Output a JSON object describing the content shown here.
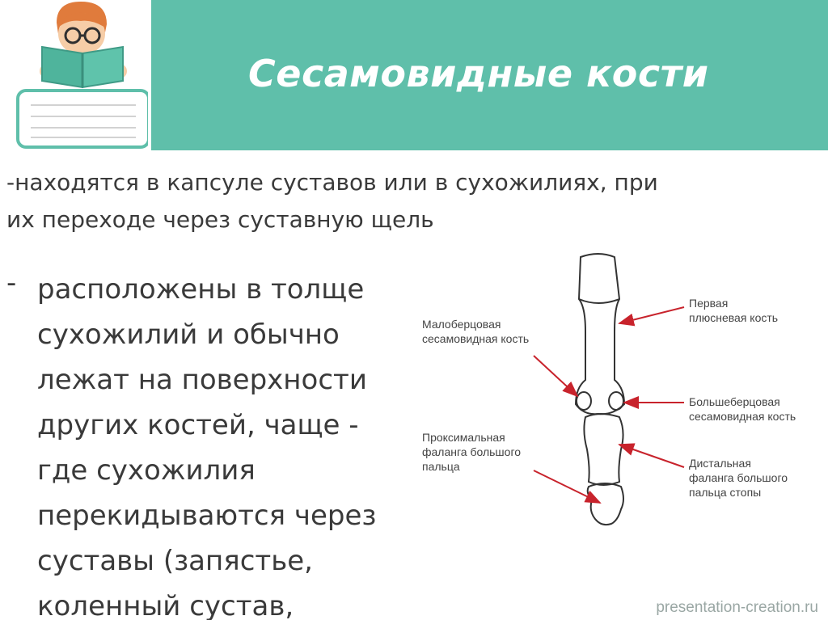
{
  "header": {
    "title": "Сесамовидные кости",
    "bar_color": "#5fbfaa",
    "logo_icon": "reading-child-icon"
  },
  "body": {
    "line1_a": "-находятся в капсуле суставов или в сухожилиях, при",
    "line1_b": "их переходе через суставную щель",
    "bullet_marker": "-",
    "bullet_lines": [
      "расположены в толще",
      "сухожилий и обычно",
      "лежат на поверхности",
      "других костей, чаще -",
      "где сухожилия",
      "перекидываются через",
      "суставы (запястье,",
      "коленный сустав,"
    ]
  },
  "diagram": {
    "labels_left": [
      [
        "Малоберцовая",
        "сесамовидная кость"
      ],
      [
        "Проксимальная",
        "фаланга большого",
        "пальца"
      ]
    ],
    "labels_right": [
      [
        "Первая",
        "плюсневая кость"
      ],
      [
        "Большеберцовая",
        "сесамовидная кость"
      ],
      [
        "Дистальная",
        "фаланга большого",
        "пальца стопы"
      ]
    ],
    "arrow_color": "#c8232c"
  },
  "footer": {
    "watermark": "presentation-creation.ru"
  }
}
